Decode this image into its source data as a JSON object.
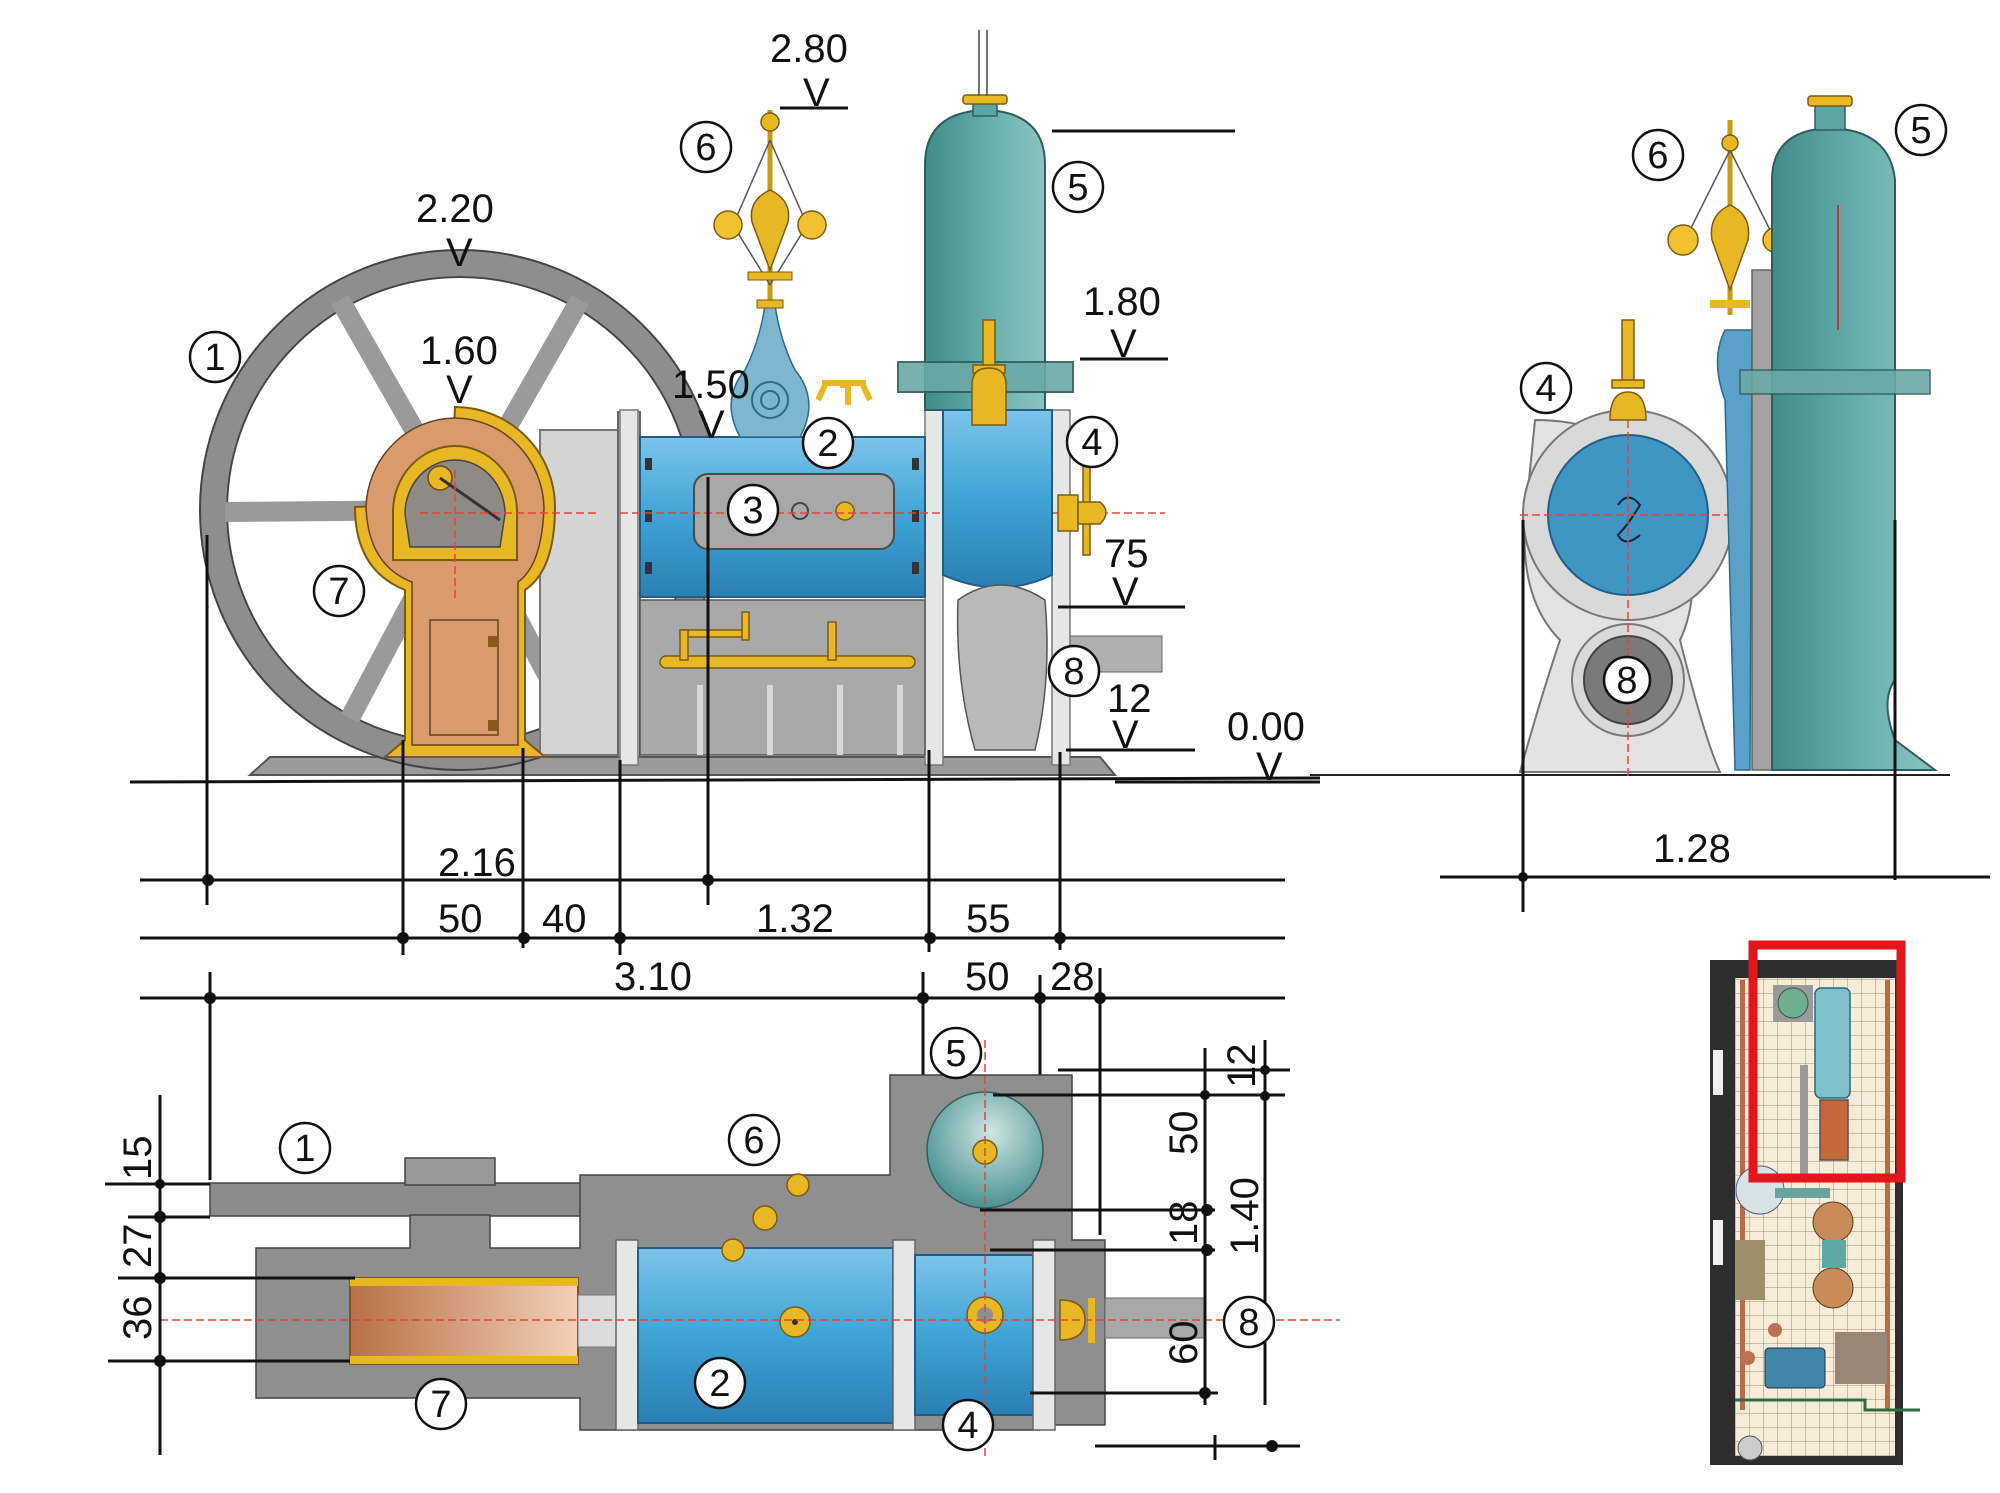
{
  "drawing": {
    "title_views": [
      "front-elevation",
      "side-elevation",
      "plan-view",
      "location-plan"
    ],
    "colors": {
      "flywheel": "#8e8e8e",
      "crosshead_frame": "#d99a6c",
      "brass": "#e8b824",
      "cylinder_blue": "#3fa3d6",
      "receiver_teal": "#5aa6a3",
      "cast_iron": "#9b9b9b",
      "location_frame": "#e3161b",
      "axis_line": "#e0453a"
    }
  },
  "elevation": {
    "levels": {
      "governor_top": "2.80",
      "flywheel_top": "2.20",
      "receiver_flange": "1.80",
      "crosshead_top": "1.60",
      "cylinder_top": "1.50",
      "valve_axis": "75",
      "outlet": "12",
      "ground": "0.00"
    },
    "level_marker": "V",
    "dims_row1": [
      "2.16"
    ],
    "dims_row2": [
      "50",
      "40",
      "1.32",
      "55"
    ],
    "dims_row3": [
      "3.10",
      "50",
      "28"
    ],
    "callouts": [
      "1",
      "2",
      "3",
      "4",
      "5",
      "6",
      "7",
      "8"
    ]
  },
  "side_view": {
    "width_dim": "1.28",
    "callouts": [
      "4",
      "5",
      "6",
      "8"
    ]
  },
  "plan": {
    "left_dims": [
      "15",
      "27",
      "36"
    ],
    "right_dims": [
      "12",
      "50",
      "18",
      "60"
    ],
    "overall_dim": "1.40",
    "callouts": [
      "1",
      "2",
      "4",
      "5",
      "6",
      "7",
      "8"
    ]
  },
  "location_plan": {
    "highlight": "engine-area"
  }
}
